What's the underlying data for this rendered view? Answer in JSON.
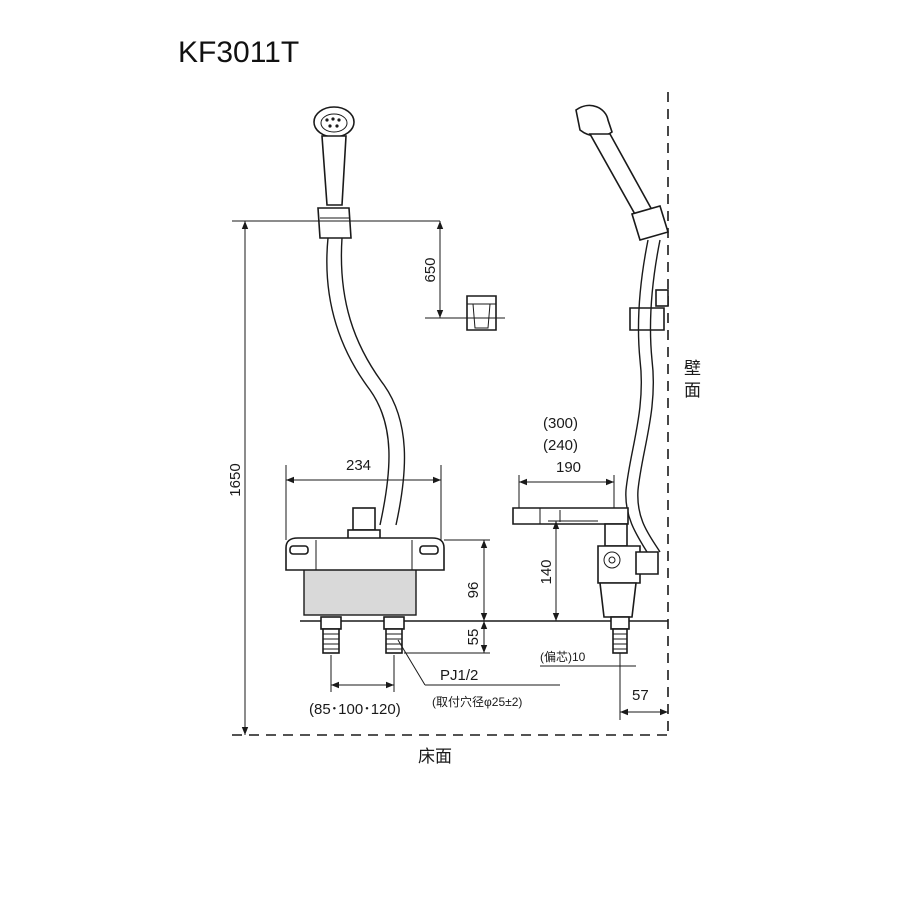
{
  "title": "KF3011T",
  "labels": {
    "wall": [
      "壁",
      "面"
    ],
    "floor": "床面",
    "pipe_thread": "PJ1/2",
    "mount_hole": "(取付穴径φ25±2)",
    "offset": "(偏芯)10"
  },
  "dimensions": {
    "total_height": "1650",
    "holder_height": "650",
    "body_width": "234",
    "body_height": "96",
    "base_height": "55",
    "pitch": "(85･100･120)",
    "spout_300": "(300)",
    "spout_240": "(240)",
    "spout_190": "190",
    "spout_height": "140",
    "wall_gap": "57"
  },
  "colors": {
    "line": "#1a1a1a",
    "body_fill": "#d9d9d9"
  }
}
